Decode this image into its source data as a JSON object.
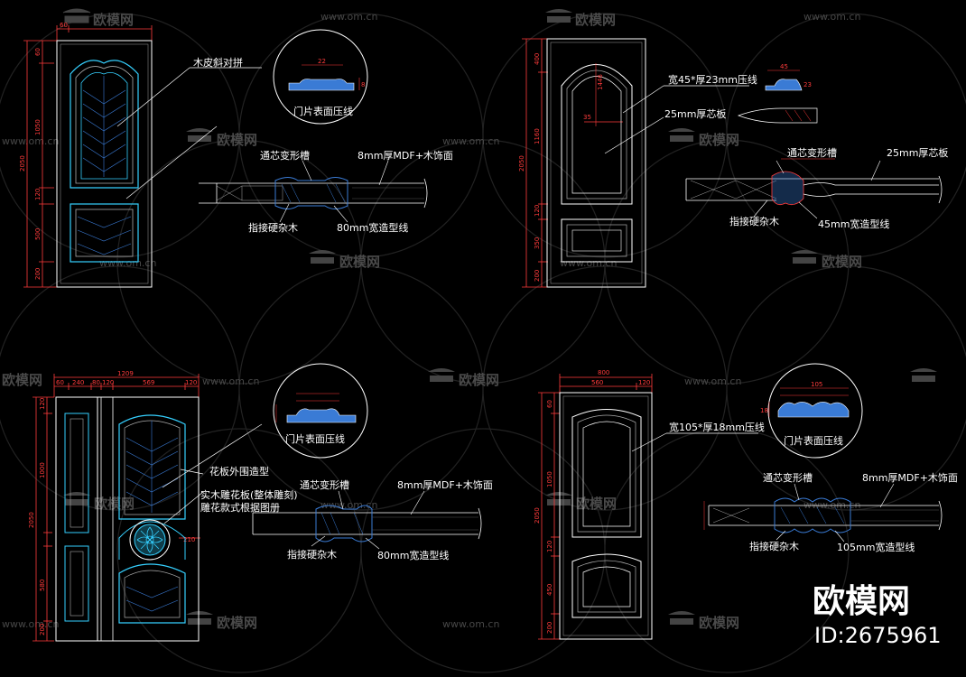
{
  "colors": {
    "background": "#000000",
    "door_outline": "#ffffff",
    "panel_line": "#35d0ff",
    "dimension": "#ff3b3b",
    "hatch": "#3a7bd5",
    "watermark": "#474747"
  },
  "watermark": {
    "logo_text": "欧模网",
    "url_text": "www.om.cn",
    "brand_large": "欧模网",
    "id_text": "ID:2675961"
  },
  "drawings": [
    {
      "name": "door-1",
      "dims_top": [
        "60"
      ],
      "dims_left": [
        "2050",
        "60",
        "1050",
        "120",
        "500",
        "200"
      ],
      "labels": {
        "veneer": "木皮斜对拼",
        "surface_line": "门片表面压线",
        "groove": "通芯变形槽",
        "mdf": "8mm厚MDF+木饰面",
        "hardwood": "指接硬杂木",
        "molding": "80mm宽造型线"
      },
      "detail_dims": [
        "22",
        "8"
      ]
    },
    {
      "name": "door-2",
      "dims_left": [
        "2050",
        "400",
        "1160",
        "120",
        "350",
        "200"
      ],
      "labels": {
        "press_line": "宽45*厚23mm压线",
        "core_board": "25mm厚芯板",
        "groove": "通芯变形槽",
        "core_board_2": "25mm厚芯板",
        "hardwood": "指接硬杂木",
        "molding": "45mm宽造型线"
      },
      "inner_dims": [
        "1446",
        "35"
      ],
      "detail_dims": [
        "45",
        "23"
      ]
    },
    {
      "name": "door-3",
      "dims_top": [
        "1209",
        "60",
        "240",
        "80",
        "120",
        "569",
        "120"
      ],
      "dims_left": [
        "2050",
        "120",
        "1000",
        "580",
        "200"
      ],
      "labels": {
        "surface_line": "门片表面压线",
        "outer_shape": "花板外围造型",
        "carved_board": "实木雕花板(整体雕刻)",
        "carved_note": "雕花款式根据图册",
        "groove": "通芯变形槽",
        "mdf": "8mm厚MDF+木饰面",
        "hardwood": "指接硬杂木",
        "molding": "80mm宽造型线"
      },
      "side_dims": [
        "210"
      ]
    },
    {
      "name": "door-4",
      "dims_top": [
        "800",
        "560",
        "120"
      ],
      "dims_left": [
        "2050",
        "60",
        "1050",
        "120",
        "450",
        "200"
      ],
      "labels": {
        "press_line": "宽105*厚18mm压线",
        "surface_line": "门片表面压线",
        "groove": "通芯变形槽",
        "mdf": "8mm厚MDF+木饰面",
        "hardwood": "指接硬杂木",
        "molding": "105mm宽造型线"
      },
      "detail_dims": [
        "105",
        "18"
      ]
    }
  ]
}
